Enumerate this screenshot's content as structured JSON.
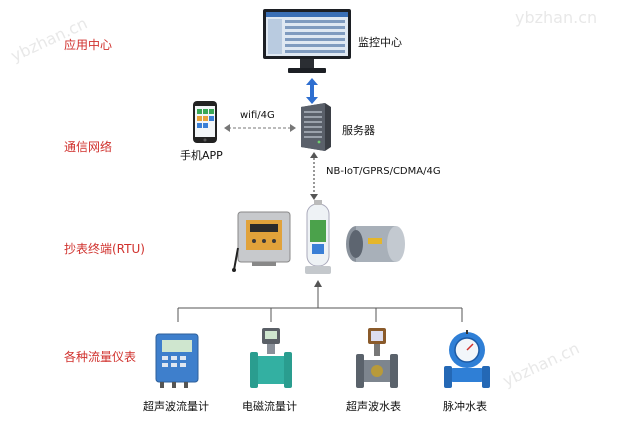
{
  "watermark": "ybzhan.cn",
  "layers": {
    "application": "应用中心",
    "network": "通信网络",
    "rtu": "抄表终端(RTU)",
    "meters": "各种流量仪表"
  },
  "nodes": {
    "monitor": "监控中心",
    "phone": "手机APP",
    "server": "服务器"
  },
  "links": {
    "wifi": "wifi/4G",
    "nbiot": "NB-IoT/GPRS/CDMA/4G"
  },
  "meters": [
    {
      "label": "超声波流量计"
    },
    {
      "label": "电磁流量计"
    },
    {
      "label": "超声波水表"
    },
    {
      "label": "脉冲水表"
    }
  ],
  "colors": {
    "layer_label": "#d0312d",
    "link_arrow": "#2e6fd0",
    "meter_blue": "#2f7fd6",
    "flange_teal": "#2a9d8f"
  }
}
